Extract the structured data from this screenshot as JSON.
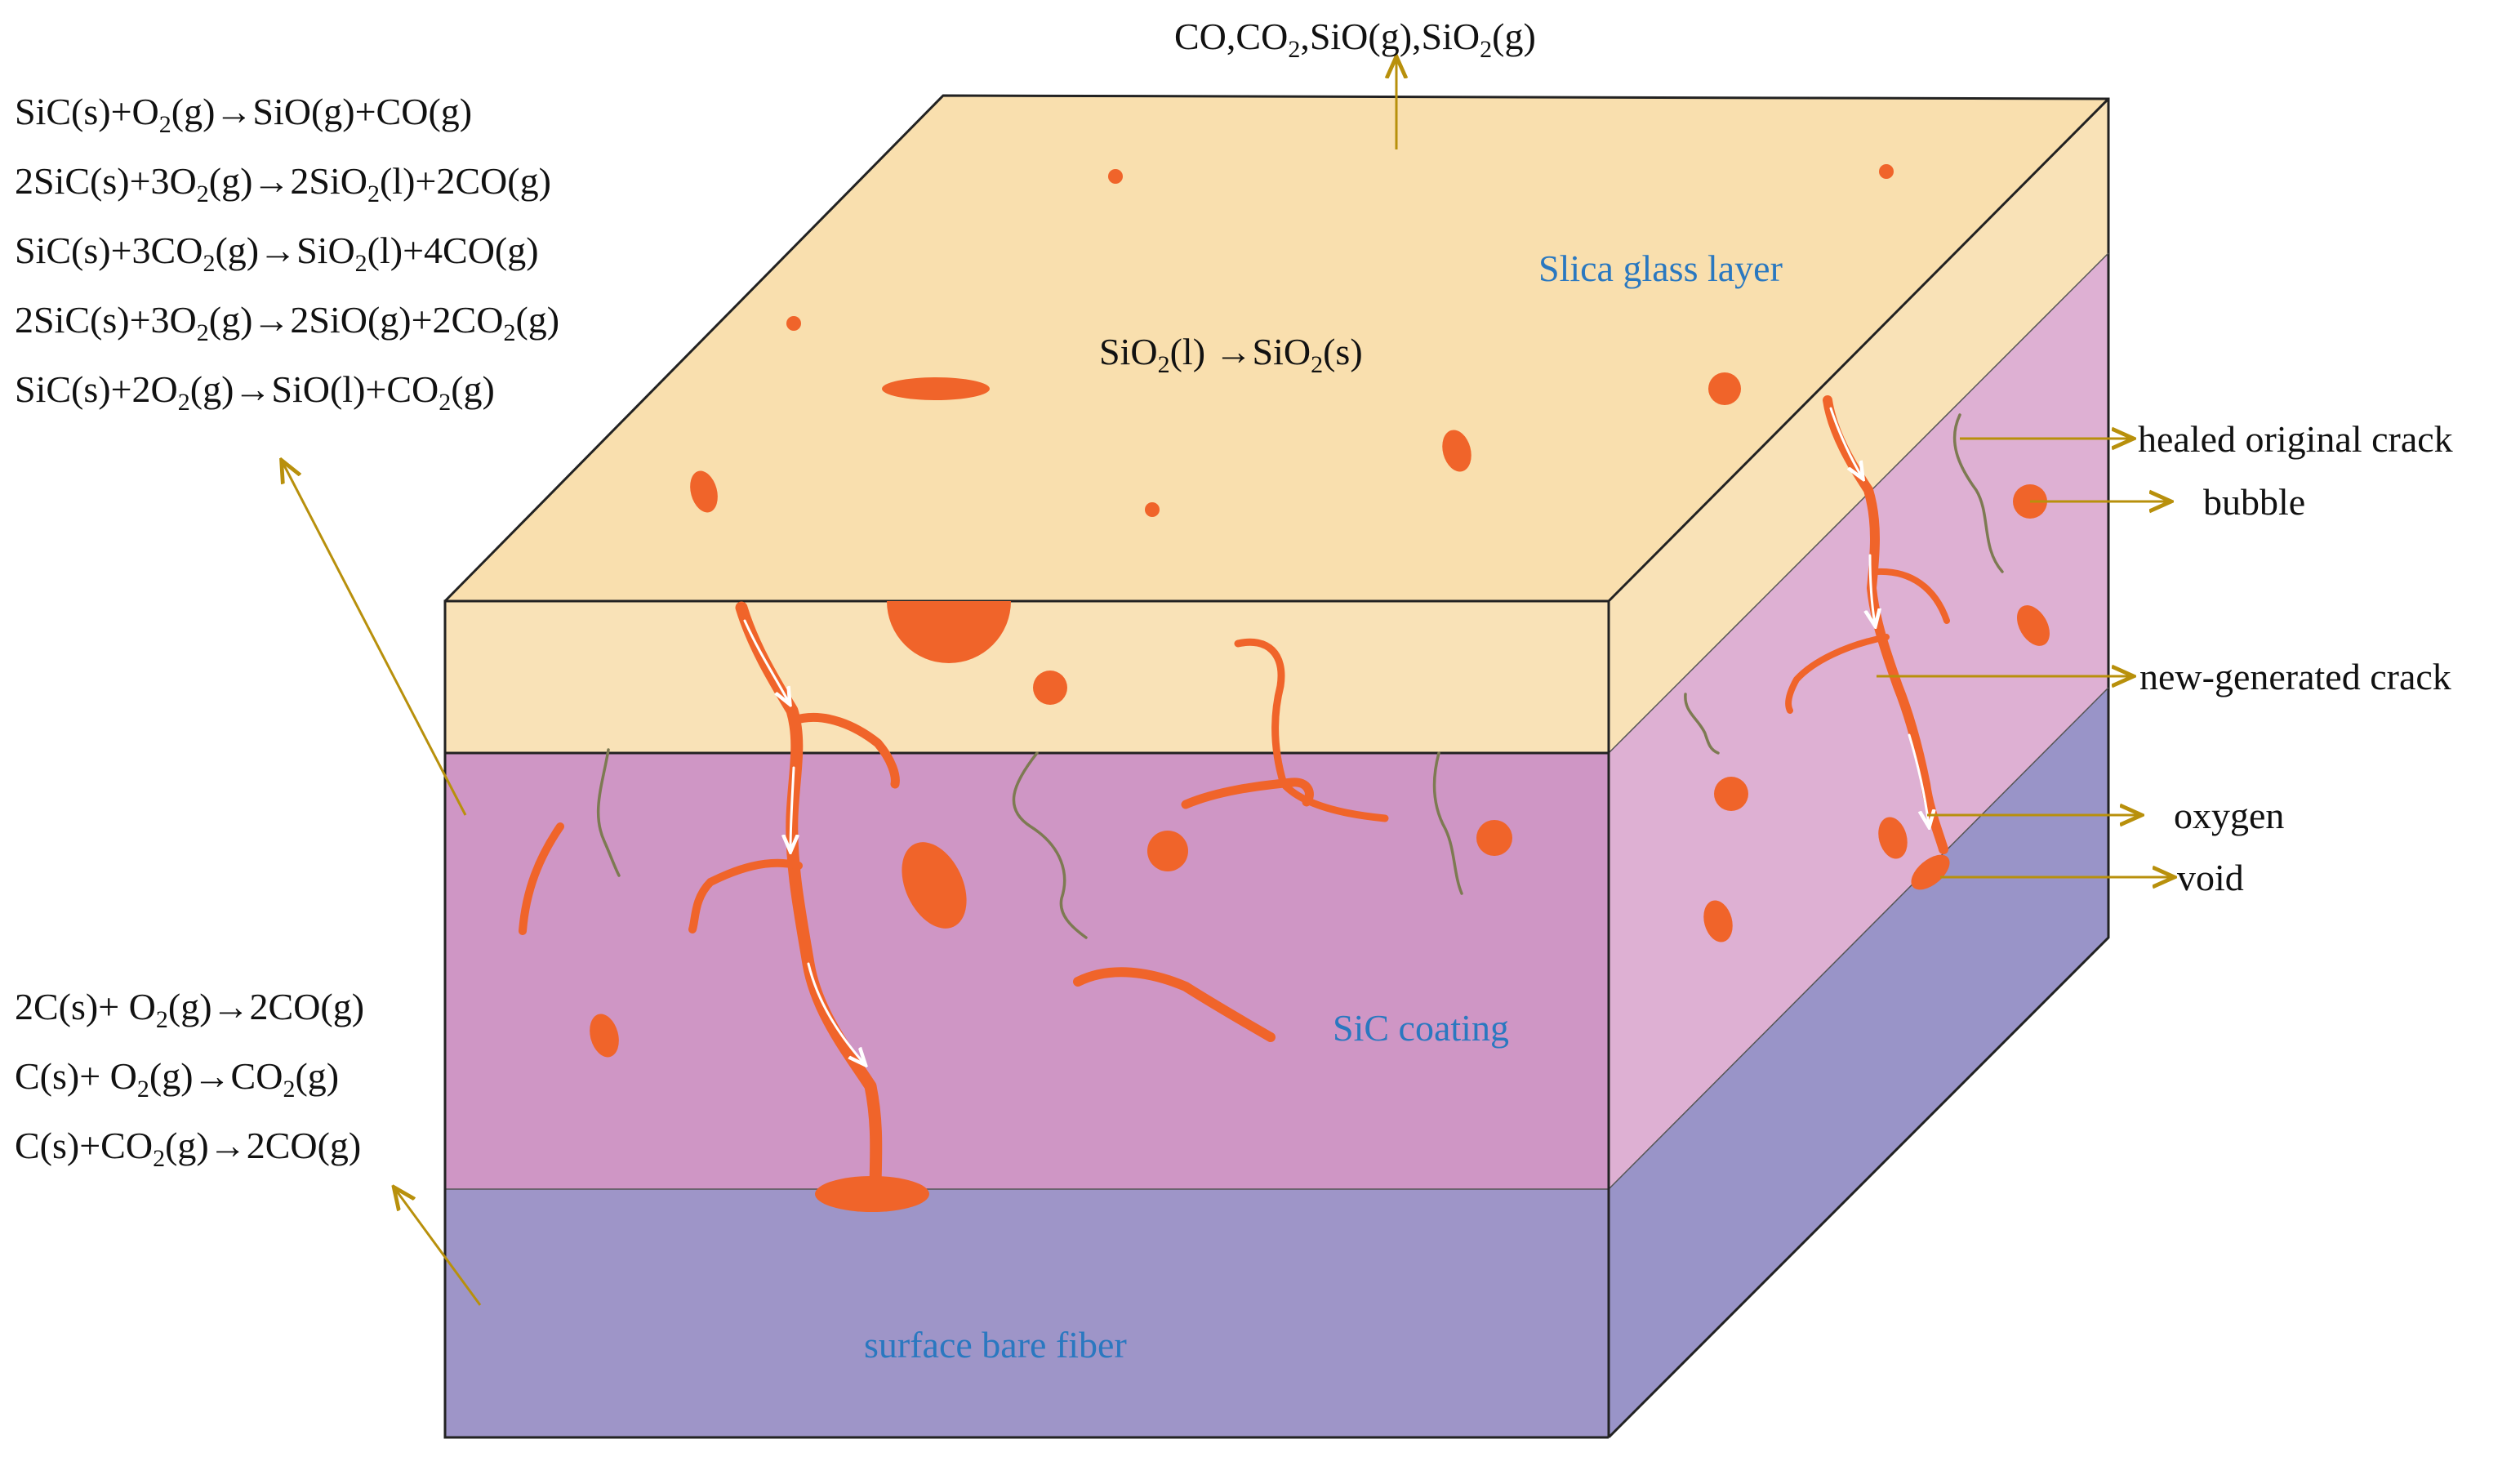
{
  "colors": {
    "glass_top": "#f9dfae",
    "glass_front": "#f9e2b7",
    "coating_front": "#cf96c5",
    "coating_side": "#deb0d3",
    "fiber_front": "#9e95c8",
    "fiber_side": "#9994c8",
    "defect": "#f0642a",
    "arrow": "#b8900c",
    "label_blue": "#2a78c0",
    "healed_crack": "#7d7a52"
  },
  "gas_products": {
    "parts": [
      {
        "t": "CO,CO"
      },
      {
        "t": "2",
        "sub": true
      },
      {
        "t": ",SiO(g),SiO"
      },
      {
        "t": "2",
        "sub": true
      },
      {
        "t": "(g)"
      }
    ]
  },
  "sic_reactions": [
    [
      {
        "t": "SiC(s)+O"
      },
      {
        "t": "2",
        "sub": true
      },
      {
        "t": "(g)→SiO(g)+CO(g)"
      }
    ],
    [
      {
        "t": "2SiC(s)+3O"
      },
      {
        "t": "2",
        "sub": true
      },
      {
        "t": "(g)→2SiO"
      },
      {
        "t": "2",
        "sub": true
      },
      {
        "t": "(l)+2CO(g)"
      }
    ],
    [
      {
        "t": "SiC(s)+3CO"
      },
      {
        "t": "2",
        "sub": true
      },
      {
        "t": "(g)→SiO"
      },
      {
        "t": "2",
        "sub": true
      },
      {
        "t": "(l)+4CO(g)"
      }
    ],
    [
      {
        "t": "2SiC(s)+3O"
      },
      {
        "t": "2",
        "sub": true
      },
      {
        "t": "(g)→2SiO(g)+2CO"
      },
      {
        "t": "2",
        "sub": true
      },
      {
        "t": "(g)"
      }
    ],
    [
      {
        "t": "SiC(s)+2O"
      },
      {
        "t": "2",
        "sub": true
      },
      {
        "t": "(g)→SiO(l)+CO"
      },
      {
        "t": "2",
        "sub": true
      },
      {
        "t": "(g)"
      }
    ]
  ],
  "carbon_reactions": [
    [
      {
        "t": "2C(s)+ O"
      },
      {
        "t": "2",
        "sub": true
      },
      {
        "t": "(g)→2CO(g)"
      }
    ],
    [
      {
        "t": "C(s)+ O"
      },
      {
        "t": "2",
        "sub": true
      },
      {
        "t": "(g)→CO"
      },
      {
        "t": "2",
        "sub": true
      },
      {
        "t": "(g)"
      }
    ],
    [
      {
        "t": "C(s)+CO"
      },
      {
        "t": "2",
        "sub": true
      },
      {
        "t": "(g)→2CO(g)"
      }
    ]
  ],
  "glass_reaction": [
    {
      "t": "SiO"
    },
    {
      "t": "2",
      "sub": true
    },
    {
      "t": "(l) →SiO"
    },
    {
      "t": "2",
      "sub": true
    },
    {
      "t": "(s)"
    }
  ],
  "layer_labels": {
    "glass": "Slica glass layer",
    "coating": "SiC coating",
    "fiber": "surface bare fiber"
  },
  "legend": {
    "healed_crack": "healed original crack",
    "bubble": "bubble",
    "new_crack": "new-generated crack",
    "oxygen": "oxygen",
    "void": "void"
  }
}
